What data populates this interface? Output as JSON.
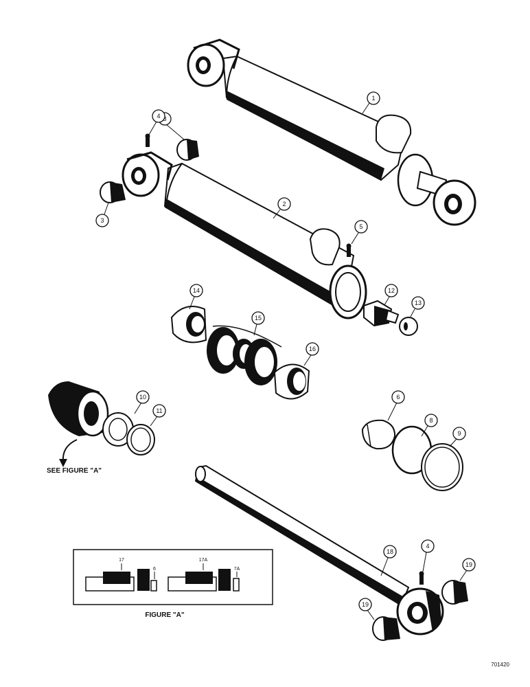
{
  "callouts": [
    "1",
    "2",
    "3",
    "3",
    "4",
    "5",
    "12",
    "13",
    "14",
    "15",
    "16",
    "10",
    "11",
    "6",
    "8",
    "9",
    "18",
    "4",
    "19",
    "19"
  ],
  "see_figure_label": "SEE FIGURE \"A\"",
  "figure_a": {
    "title": "FIGURE \"A\"",
    "labels": [
      "17",
      "6",
      "17A",
      "7A"
    ]
  },
  "part_code": "701420"
}
